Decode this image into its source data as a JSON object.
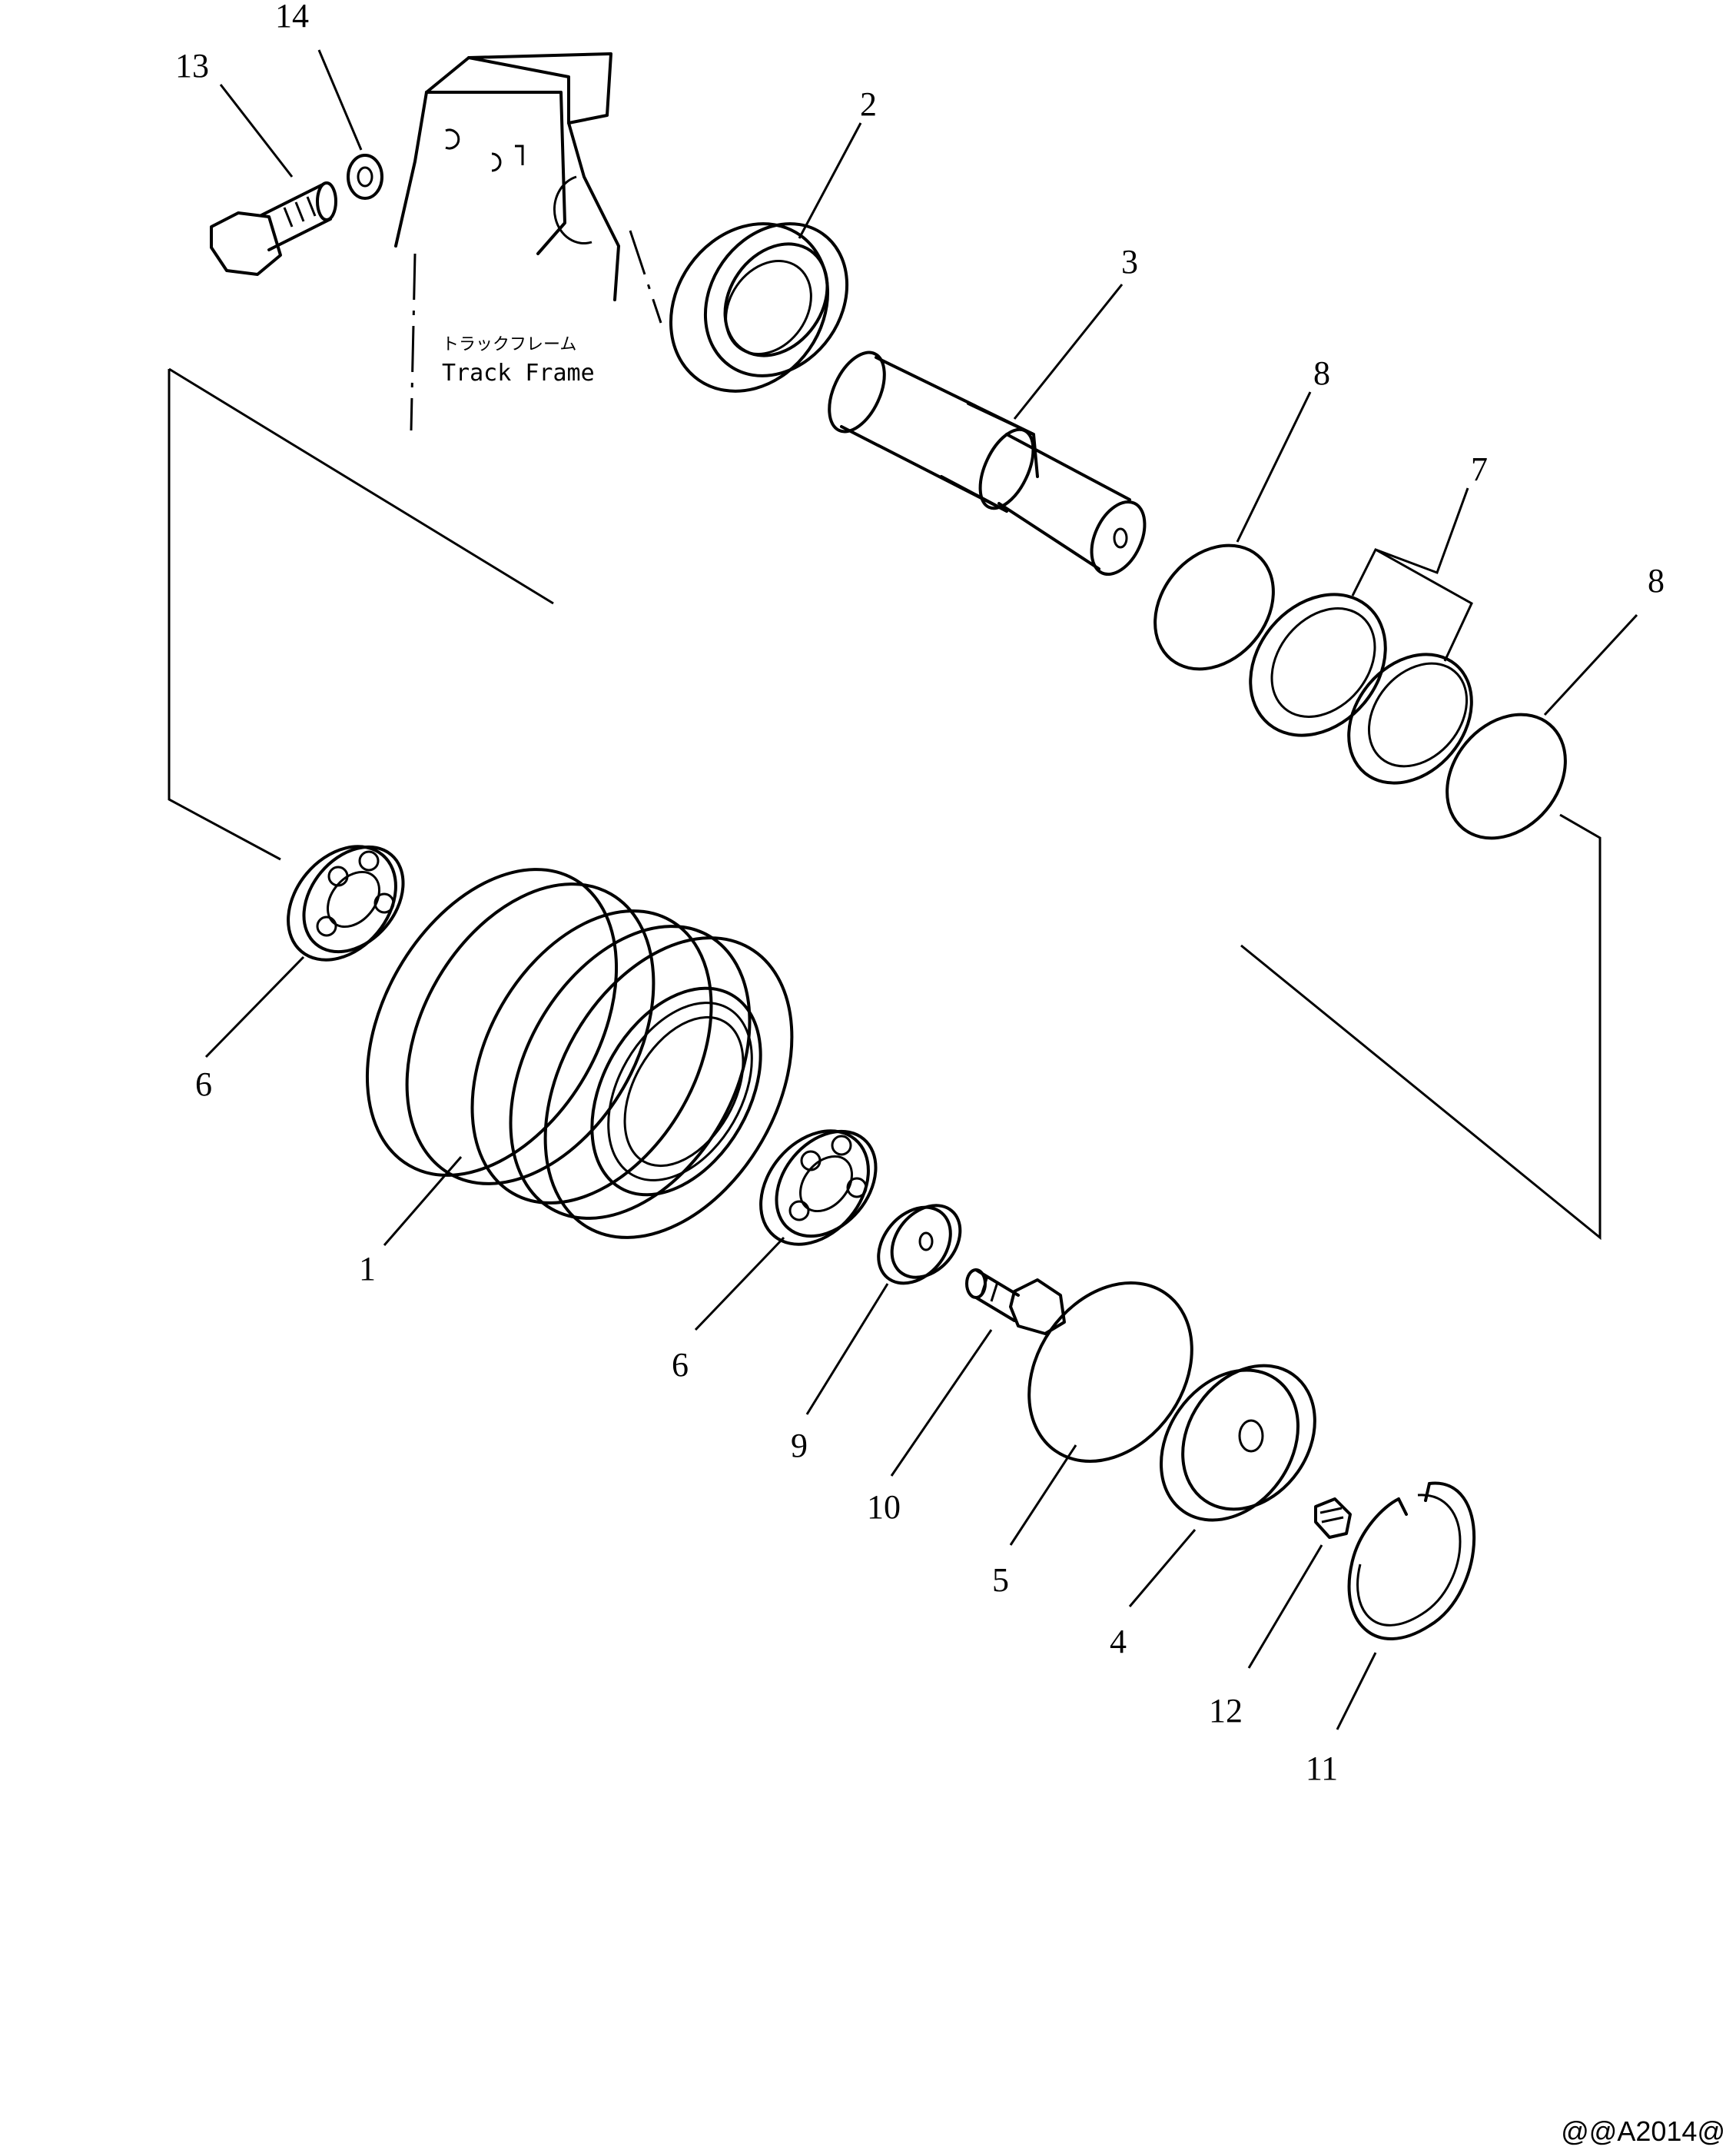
{
  "diagram": {
    "frame_label_jp": "トラックフレーム",
    "frame_label_en": "Track Frame",
    "figure_code": "@@A2014@",
    "callouts": {
      "c1": "1",
      "c2": "2",
      "c3": "3",
      "c4": "4",
      "c5": "5",
      "c6a": "6",
      "c6b": "6",
      "c7": "7",
      "c8a": "8",
      "c8b": "8",
      "c9": "9",
      "c10": "10",
      "c11": "11",
      "c12": "12",
      "c13": "13",
      "c14": "14"
    }
  }
}
